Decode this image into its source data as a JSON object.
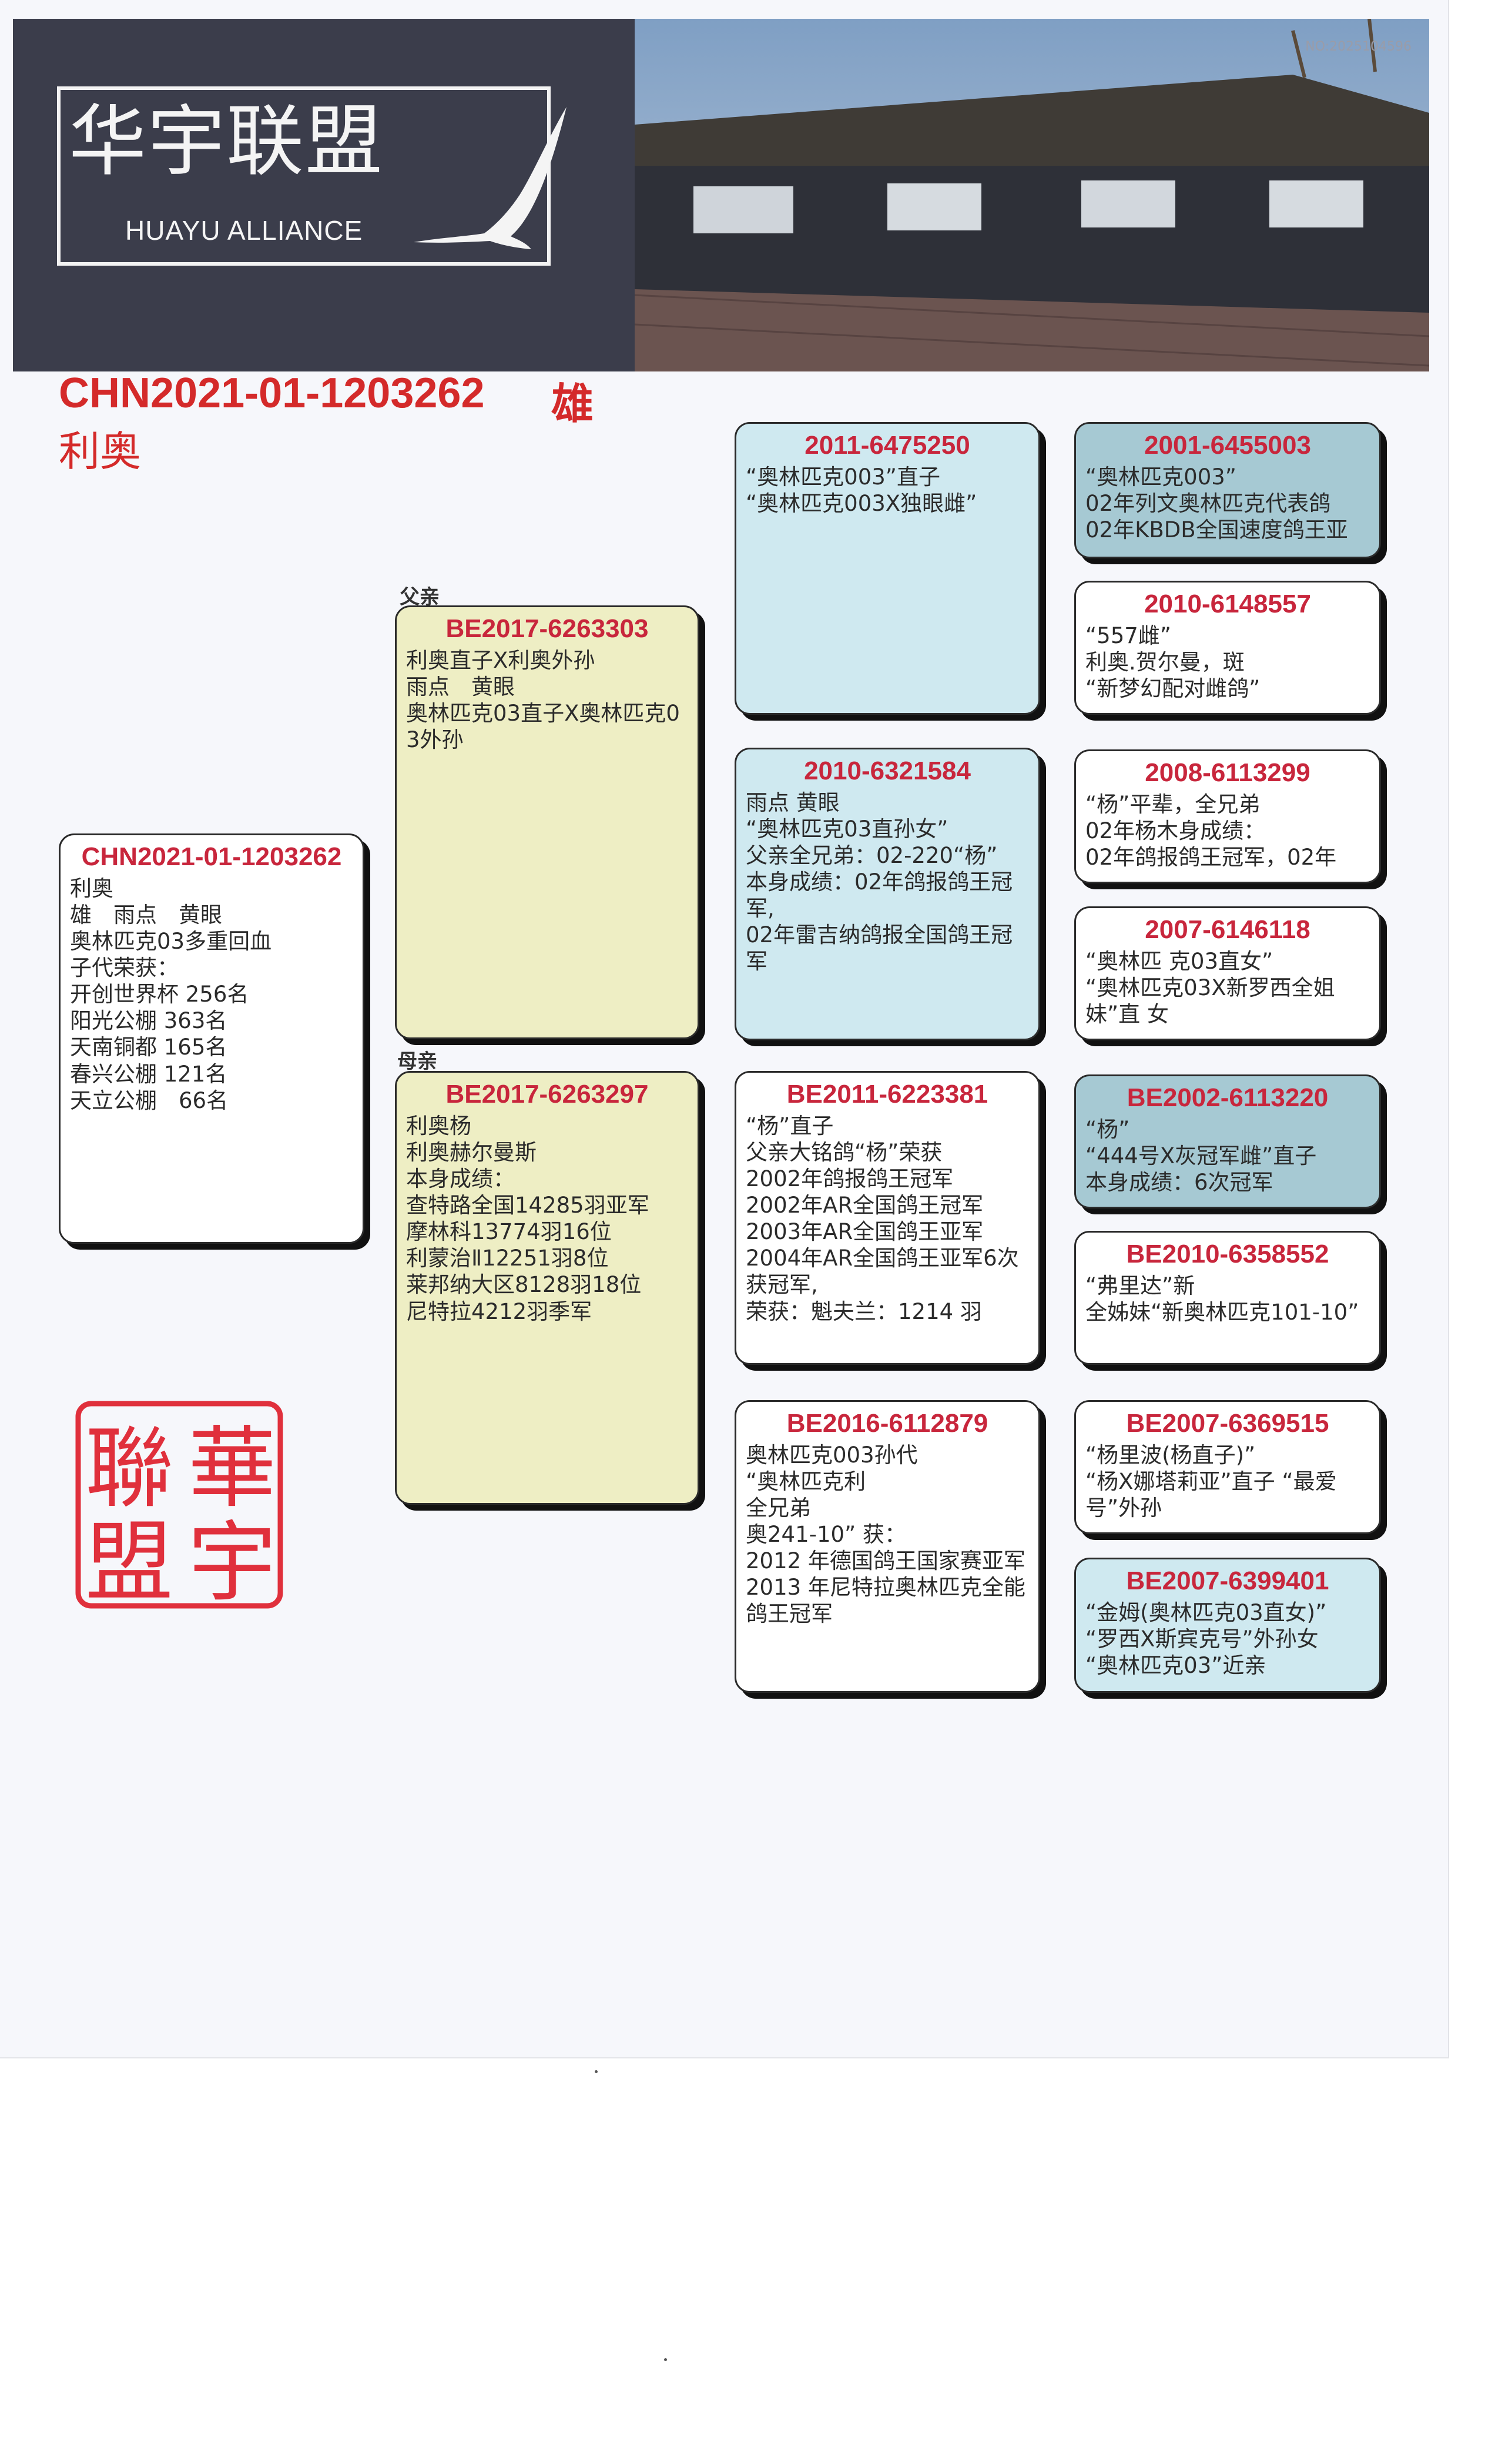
{
  "header": {
    "logo_cn": "华宇联盟",
    "logo_en": "HUAYU ALLIANCE",
    "doc_no": "NO:2025104596"
  },
  "main": {
    "ring": "CHN2021-01-1203262",
    "sex": "雄",
    "name": "利奥"
  },
  "labels": {
    "father": "父亲",
    "mother": "母亲"
  },
  "subject": {
    "ring": "CHN2021-01-1203262",
    "lines": [
      "利奥",
      "雄　雨点　黄眼",
      "",
      "奥林匹克03多重回血",
      "子代荣获：",
      "开创世界杯 256名",
      "阳光公棚 363名",
      "天南铜都 165名",
      "春兴公棚 121名",
      "天立公棚　66名"
    ]
  },
  "father": {
    "ring": "BE2017-6263303",
    "lines": [
      "利奥直子X利奥外孙",
      "雨点　黄眼",
      "奥林匹克03直子X奥林匹克03外孙"
    ]
  },
  "mother": {
    "ring": "BE2017-6263297",
    "lines": [
      "利奥杨",
      "利奥赫尔曼斯",
      "本身成绩：",
      "查特路全国14285羽亚军",
      "摩林科13774羽16位",
      "利蒙治Ⅱ12251羽8位",
      "莱邦纳大区8128羽18位",
      "尼特拉4212羽季军"
    ]
  },
  "ff": {
    "ring": "2011-6475250",
    "lines": [
      "“奥林匹克003”直子",
      "“奥林匹克003X独眼雌”"
    ]
  },
  "fm": {
    "ring": "2010-6321584",
    "lines": [
      "雨点 黄眼",
      "“奥林匹克03直孙女”",
      "父亲全兄弟：02-220“杨”",
      "本身成绩：02年鸽报鸽王冠军,",
      "02年雷吉纳鸽报全国鸽王冠军"
    ]
  },
  "mf": {
    "ring": "BE2011-6223381",
    "lines": [
      "“杨”直子",
      "父亲大铭鸽“杨”荣获",
      "2002年鸽报鸽王冠军",
      "2002年AR全国鸽王冠军",
      "2003年AR全国鸽王亚军",
      "2004年AR全国鸽王亚军6次获冠军,",
      "荣获：魁夫兰：1214 羽"
    ]
  },
  "mm": {
    "ring": "BE2016-6112879",
    "lines": [
      "奥林匹克003孙代",
      "“奥林匹克利",
      "全兄弟",
      "奥241-10” 获：",
      "2012 年德国鸽王国家赛亚军",
      "2013 年尼特拉奥林匹克全能鸽王冠军"
    ]
  },
  "fff": {
    "ring": "2001-6455003",
    "lines": [
      "“奥林匹克003”",
      "02年列文奥林匹克代表鸽",
      "02年KBDB全国速度鸽王亚"
    ]
  },
  "ffm": {
    "ring": "2010-6148557",
    "lines": [
      "“557雌”",
      "利奥.贺尔曼，斑",
      "“新梦幻配对雌鸽”"
    ]
  },
  "fmf": {
    "ring": "2008-6113299",
    "lines": [
      "“杨”平辈，全兄弟",
      "02年杨木身成绩：",
      "02年鸽报鸽王冠军，02年"
    ]
  },
  "fmm": {
    "ring": "2007-6146118",
    "lines": [
      "“奥林匹 克03直女”",
      "“奥林匹克03X新罗西全姐妹”直 女"
    ]
  },
  "mff": {
    "ring": "BE2002-6113220",
    "lines": [
      "“杨”",
      "“444号X灰冠军雌”直子",
      "本身成绩：6次冠军"
    ]
  },
  "mfm": {
    "ring": "BE2010-6358552",
    "lines": [
      "“弗里达”新",
      "全姊妹“新奥林匹克101-10”"
    ]
  },
  "mmf": {
    "ring": "BE2007-6369515",
    "lines": [
      "“杨里波(杨直子)”",
      "“杨X娜塔莉亚”直子 “最爱号”外孙"
    ]
  },
  "mmm": {
    "ring": "BE2007-6399401",
    "lines": [
      "“金姆(奥林匹克03直女)”",
      "“罗西X斯宾克号”外孙女",
      "“奥林匹克03”近亲"
    ]
  },
  "seal": {
    "chars": [
      "華",
      "宇",
      "聯",
      "盟"
    ]
  },
  "colors": {
    "accent_red": "#d42a2a",
    "ring_red": "#c8263c",
    "yellow_card": "#eeeec4",
    "blue_card": "#cfe9f0",
    "blue_dark_card": "#a6c9d3"
  }
}
